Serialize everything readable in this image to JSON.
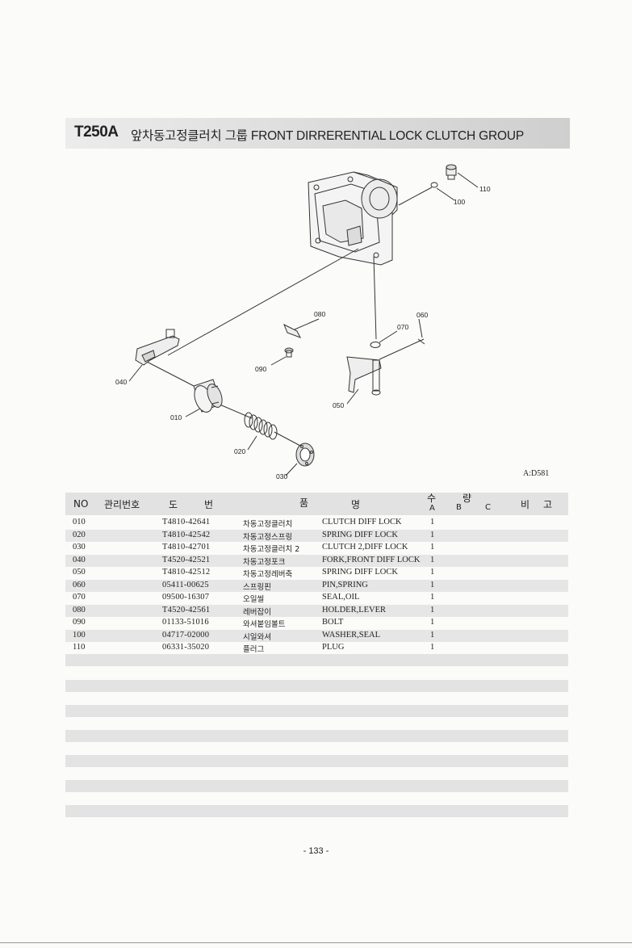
{
  "title": {
    "model": "T250A",
    "text": "앞차동고정클러치 그룹  FRONT DIRRERENTIAL LOCK CLUTCH GROUP"
  },
  "diagram": {
    "callouts": [
      "010",
      "020",
      "030",
      "040",
      "050",
      "060",
      "070",
      "080",
      "090",
      "100",
      "110"
    ],
    "ref_code": "A:D581"
  },
  "table": {
    "headers": {
      "no": "NO",
      "mgmt_no": "관리번호",
      "part_no_1": "도",
      "part_no_2": "번",
      "name_1": "품",
      "name_2": "명",
      "qty_1": "수",
      "qty_2": "량",
      "qty_a": "A",
      "qty_b": "B",
      "qty_c": "C",
      "remarks_1": "비",
      "remarks_2": "고"
    },
    "rows": [
      {
        "no": "010",
        "part": "T4810-42641",
        "kname": "차동고정클러치",
        "ename": "CLUTCH DIFF LOCK",
        "qa": "1"
      },
      {
        "no": "020",
        "part": "T4810-42542",
        "kname": "차동고정스프링",
        "ename": "SPRING DIFF LOCK",
        "qa": "1"
      },
      {
        "no": "030",
        "part": "T4810-42701",
        "kname": "차동고정클러치 2",
        "ename": "CLUTCH 2,DIFF LOCK",
        "qa": "1"
      },
      {
        "no": "040",
        "part": "T4520-42521",
        "kname": "차동고정포크",
        "ename": "FORK,FRONT DIFF LOCK",
        "qa": "1"
      },
      {
        "no": "050",
        "part": "T4810-42512",
        "kname": "차동고정레버축",
        "ename": "SPRING DIFF LOCK",
        "qa": "1"
      },
      {
        "no": "060",
        "part": "05411-00625",
        "kname": "스프링핀",
        "ename": "PIN,SPRING",
        "qa": "1"
      },
      {
        "no": "070",
        "part": "09500-16307",
        "kname": "오일씰",
        "ename": "SEAL,OIL",
        "qa": "1"
      },
      {
        "no": "080",
        "part": "T4520-42561",
        "kname": "레버잡이",
        "ename": "HOLDER,LEVER",
        "qa": "1"
      },
      {
        "no": "090",
        "part": "01133-51016",
        "kname": "와셔붙임볼트",
        "ename": "BOLT",
        "qa": "1"
      },
      {
        "no": "100",
        "part": "04717-02000",
        "kname": "시일와셔",
        "ename": "WASHER,SEAL",
        "qa": "1"
      },
      {
        "no": "110",
        "part": "06331-35020",
        "kname": "플러그",
        "ename": "PLUG",
        "qa": "1"
      }
    ]
  },
  "footer": {
    "page_number": "- 133 -"
  }
}
